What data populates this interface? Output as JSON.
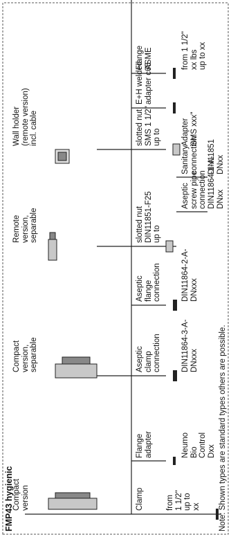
{
  "title": "FMP43 hygienic",
  "note": "Note: Shown types are standard types others are possible.",
  "colors": {
    "line": "#222222",
    "frame_dash": "#555555",
    "part_fill": "#c8c8c8"
  },
  "top_versions": [
    {
      "label": "Compact\nversion",
      "icon": "compact-probe-icon"
    },
    {
      "label": "Compact\nversion,\nseparable",
      "icon": "separable-probe-icon"
    },
    {
      "label": "Remote\nversion,\nseparable",
      "icon": "remote-probe-icon"
    },
    {
      "label": "Wall holder\n(remote version)\nincl. cable",
      "icon": "wall-holder-icon"
    }
  ],
  "connections": [
    {
      "name": "Clamp",
      "spec": "from\n1 1/2\"\nup to\nxx",
      "icon": "clamp-icon"
    },
    {
      "name": "Flange\nadapter",
      "spec": "Neumo\nBio\nControl\nDxx",
      "icon": "flange-adapter-icon"
    },
    {
      "name": "Aseptic\nclamp\nconnection",
      "spec": "DIN11864-3-A-\nDNxxx",
      "icon": "aseptic-clamp-icon"
    },
    {
      "name": "Aseptic\nflange\nconnection",
      "spec": "DIN11864-2-A-\nDNxxx",
      "icon": "aseptic-flange-icon"
    },
    {
      "name": "slotted nut\nDIN11851-F25\nup to",
      "spec": "",
      "icon": "slotted-nut-din-icon"
    },
    {
      "name": "slotted nut\nSMS 1 1/2\"\nup to",
      "spec": "",
      "icon": "slotted-nut-sms-icon"
    },
    {
      "name": "E+H welded\nadapter c65",
      "spec": "",
      "icon": "welded-adapter-icon"
    },
    {
      "name": "Flange\nASME",
      "spec": "from 1 1/2\"\nxx lbs\nup to xx",
      "icon": "flange-asme-icon"
    }
  ],
  "sub_connections": [
    {
      "name": "Aseptic\nscrew pipe\nconnection",
      "spec": "DIN11864-1-A-\nDNxx"
    },
    {
      "name": "Sanitary\nconnection",
      "spec": "DIN11851\nDNxx"
    },
    {
      "name": "Adapter\nSMS xxx\"",
      "spec": ""
    }
  ]
}
